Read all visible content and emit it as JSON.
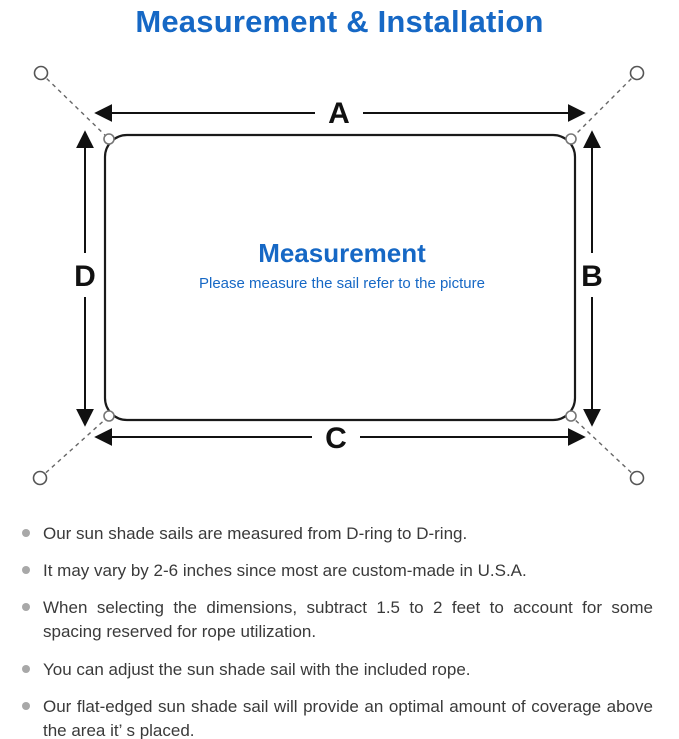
{
  "title": "Measurement & Installation",
  "diagram": {
    "labels": {
      "a": "A",
      "b": "B",
      "c": "C",
      "d": "D"
    },
    "center_title": "Measurement",
    "center_subtitle": "Please measure the sail refer to the picture"
  },
  "bullets": [
    "Our sun shade sails are measured from D-ring to D-ring.",
    "It may vary by 2-6 inches since most are custom-made in U.S.A.",
    "When selecting the dimensions, subtract 1.5 to 2 feet to account for some spacing reserved for rope utilization.",
    "You can adjust the sun shade sail with the included rope.",
    "Our flat-edged sun shade sail will provide an optimal amount of coverage above the area it’ s placed."
  ],
  "colors": {
    "accent_blue": "#1668c5",
    "diagram_ink": "#111111",
    "body_text": "#3a3a3a",
    "bullet_dot": "#a8a8a8"
  }
}
